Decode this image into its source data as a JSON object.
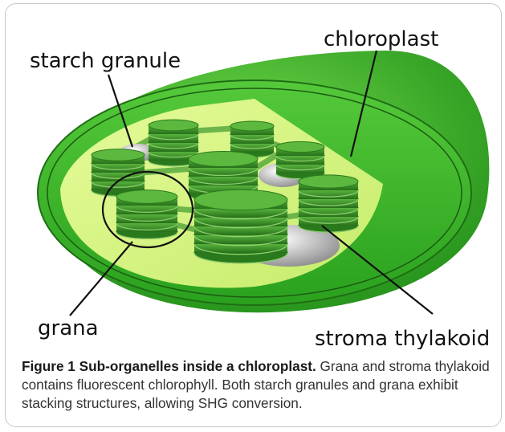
{
  "figure": {
    "labels": {
      "chloroplast": "chloroplast",
      "starch_granule": "starch granule",
      "grana": "grana",
      "stroma_thylakoid": "stroma thylakoid"
    },
    "caption": {
      "number": "Figure 1",
      "title": "Sub-organelles inside a chloroplast.",
      "body": "Grana and stroma thylakoid contains fluorescent chlorophyll. Both starch granules and grana exhibit stacking structures, allowing SHG conversion."
    }
  },
  "colors": {
    "outer_green": "#3fb52c",
    "inner_green": "#2f9c22",
    "stroma_yellow": "#d8f58a",
    "stack_green": "#3a8f2a",
    "stack_dark": "#1f5e15",
    "granule_grey": "#bdbdbd"
  },
  "icons": [
    "chloroplast-illustration",
    "starch-granule-icon",
    "granum-stack-icon",
    "highlight-circle-icon"
  ]
}
